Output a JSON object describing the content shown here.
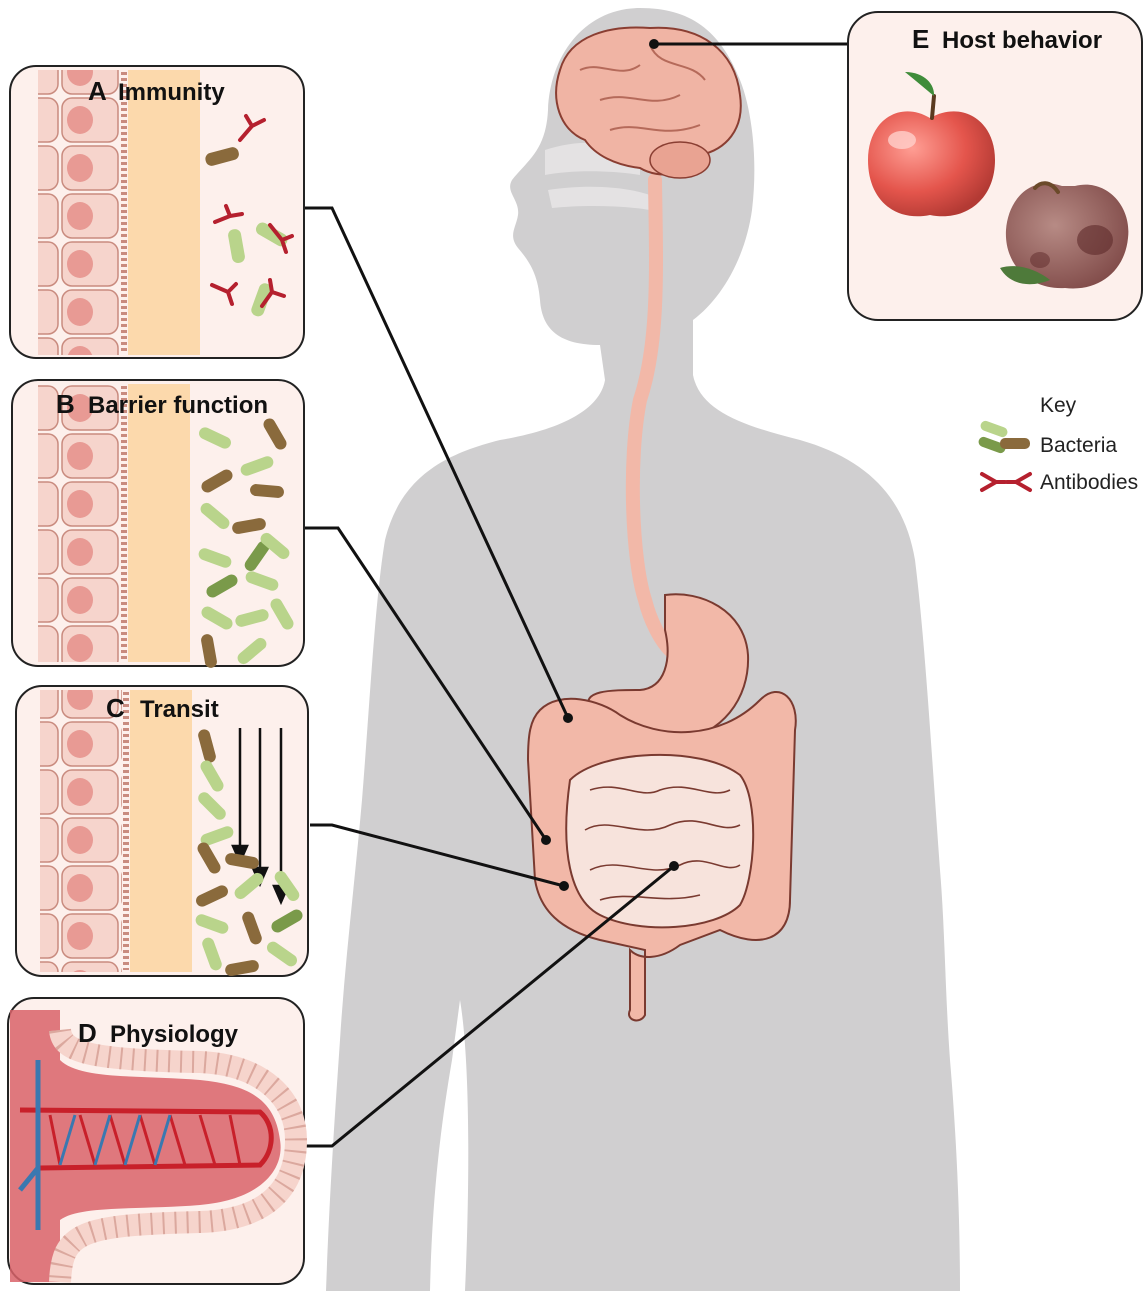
{
  "panels": {
    "a": {
      "letter": "A",
      "title": "Immunity"
    },
    "b": {
      "letter": "B",
      "title": "Barrier function"
    },
    "c": {
      "letter": "C",
      "title": "Transit"
    },
    "d": {
      "letter": "D",
      "title": "Physiology"
    },
    "e": {
      "letter": "E",
      "title": "Host behavior"
    }
  },
  "key": {
    "title": "Key",
    "items": [
      {
        "label": "Bacteria",
        "icon": "bacteria-icon"
      },
      {
        "label": "Antibodies",
        "icon": "antibody-icon"
      }
    ]
  },
  "colors": {
    "silhouette": "#d0cfd0",
    "organ": "#f2b8a8",
    "organ_outline": "#7a3a30",
    "cell": "#f6d4cc",
    "nucleus": "#e89a94",
    "mucus": "#fbd39c",
    "bacteria_green": "#b9d48b",
    "bacteria_brown": "#8a6a3c",
    "antibody": "#b5202e",
    "vessel_red": "#c8202a",
    "vessel_blue": "#3a78b0",
    "apple_red": "#e4554c",
    "leaf": "#3f8c3a"
  }
}
